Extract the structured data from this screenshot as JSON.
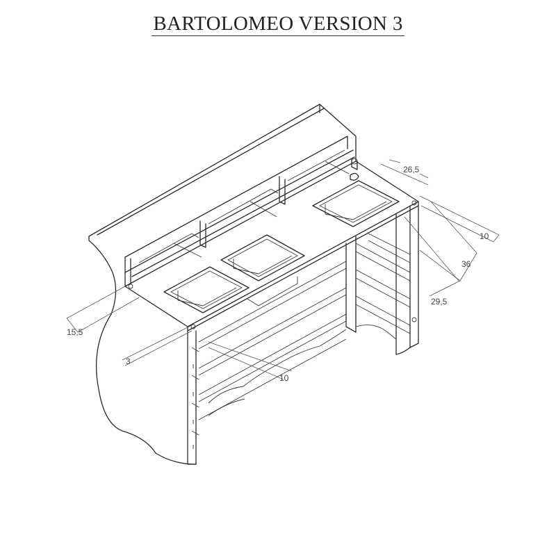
{
  "title": "BARTOLOMEO VERSION 3",
  "dimensions": {
    "d1": "26,5",
    "d2": "10",
    "d3": "36",
    "d4": "29,5",
    "d5": "15,5",
    "d6": "3",
    "d7": "10"
  }
}
